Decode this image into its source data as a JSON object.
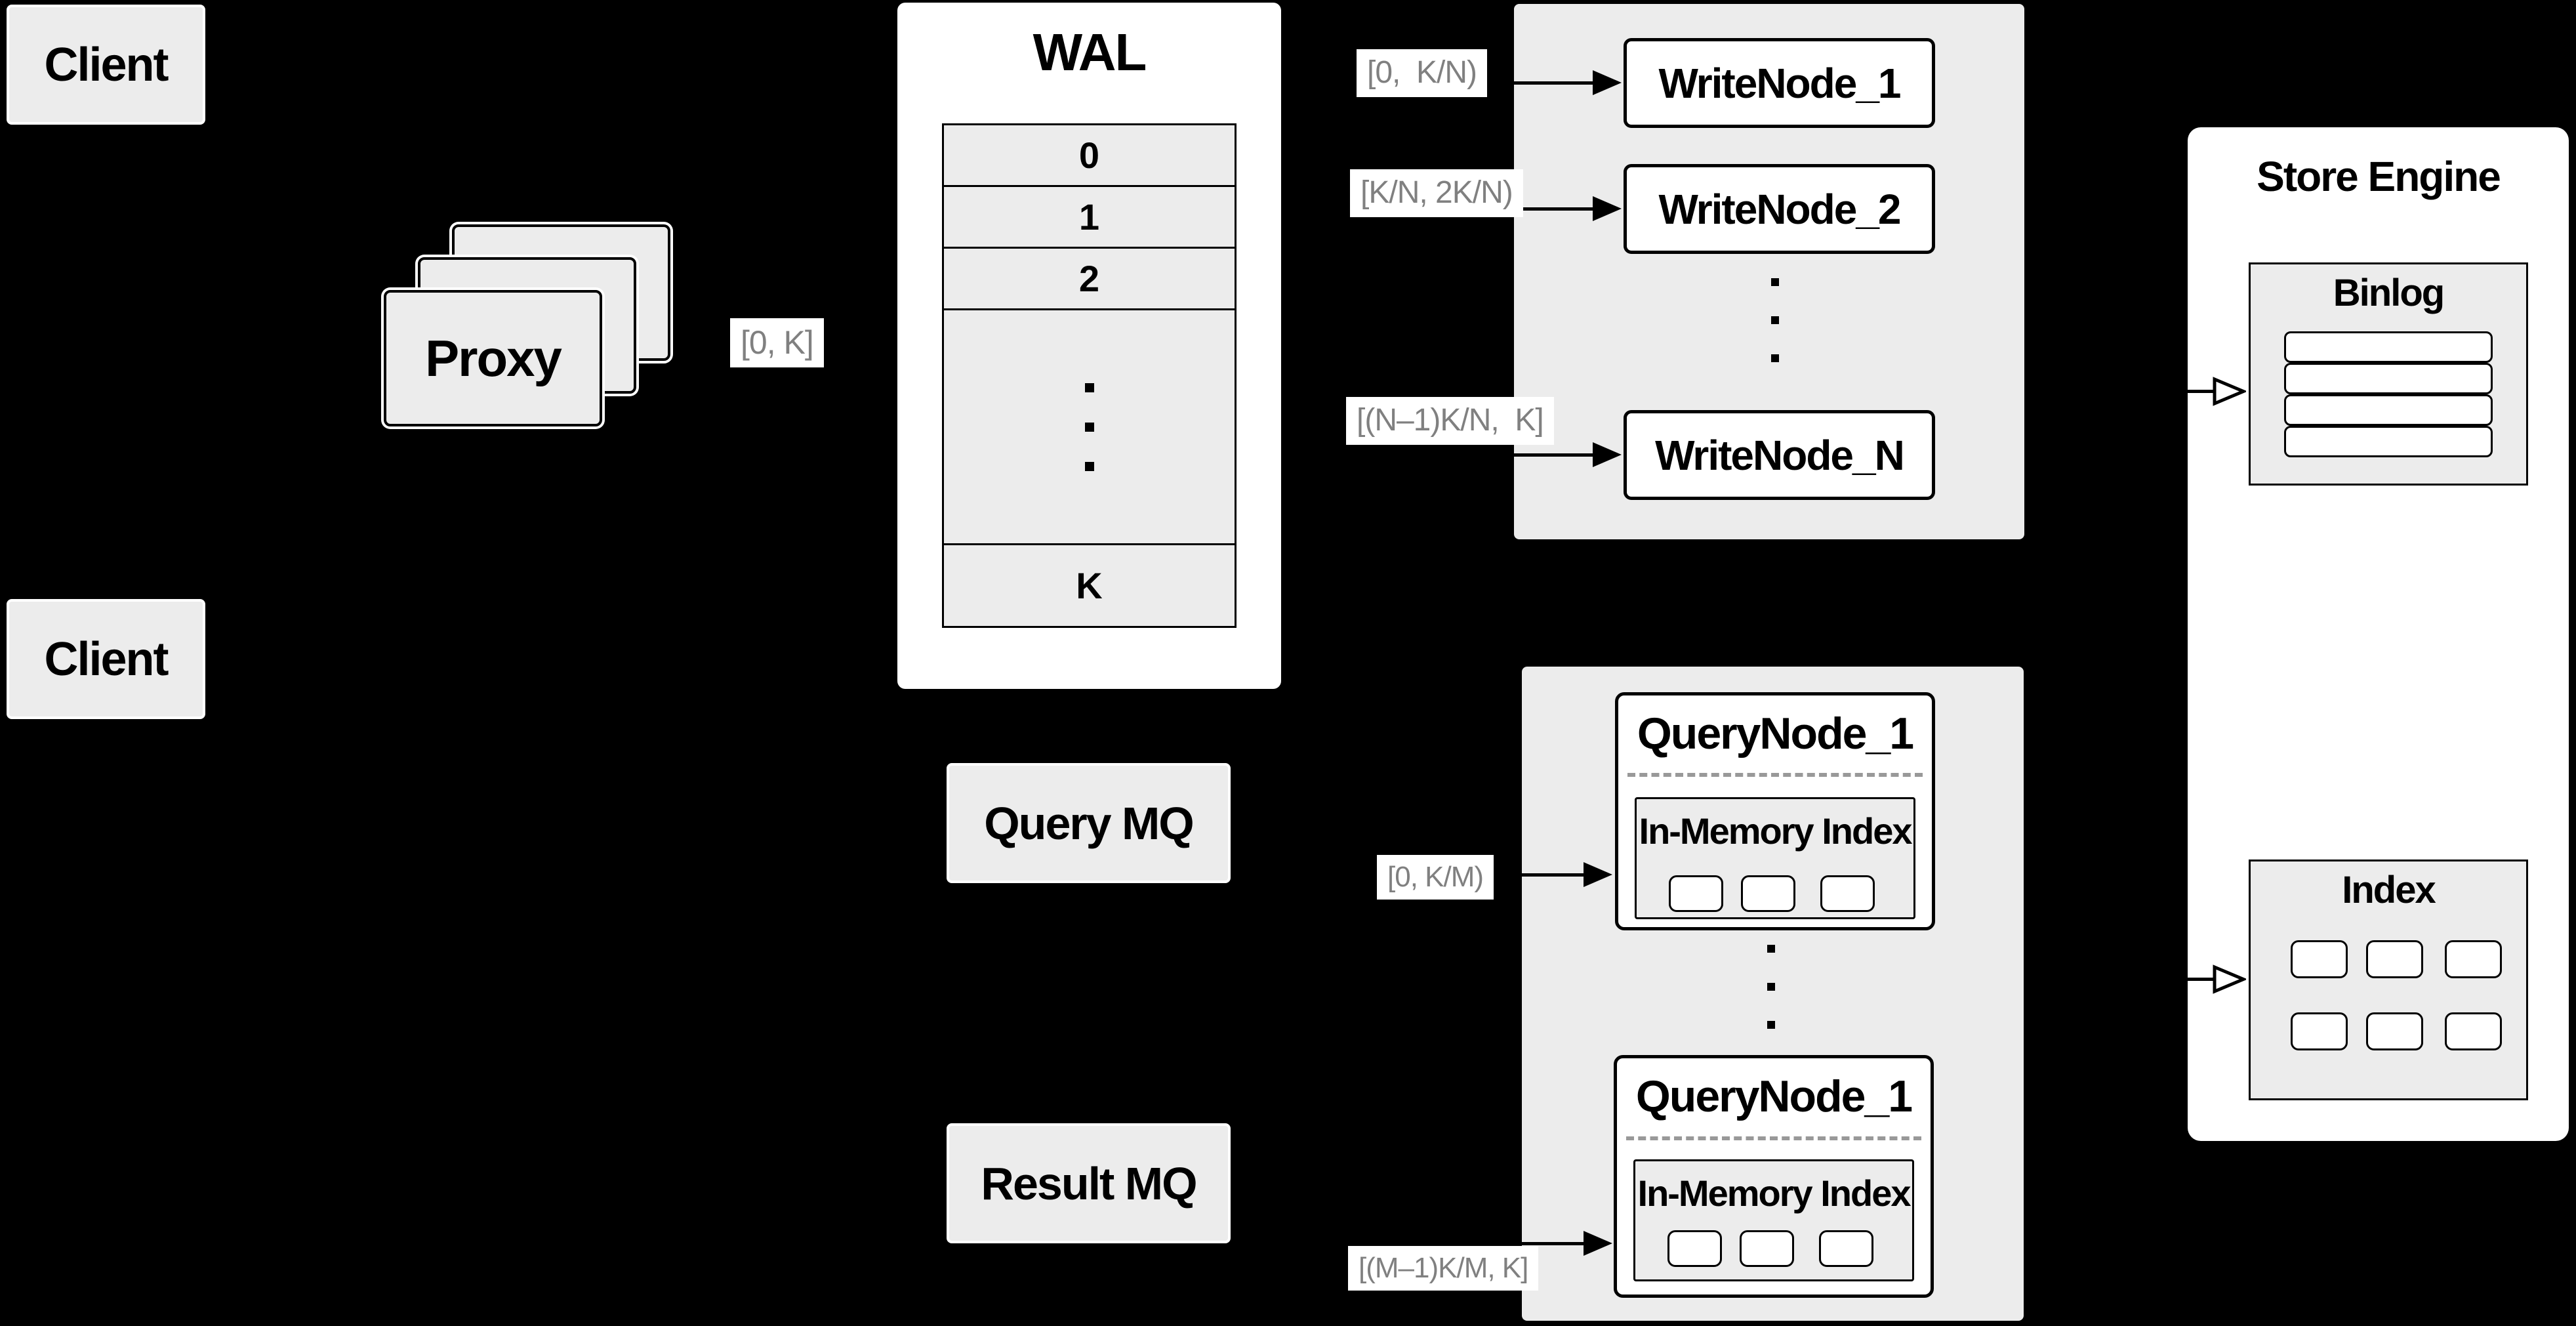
{
  "colors": {
    "background": "#000000",
    "panel_grey": "#ececec",
    "box_white": "#ffffff",
    "line_black": "#000000",
    "range_text_grey": "#808080",
    "dash_grey": "#999999"
  },
  "clients": {
    "top_label": "Client",
    "bottom_label": "Client"
  },
  "proxy": {
    "label": "Proxy"
  },
  "wal": {
    "title": "WAL",
    "rows": [
      "0",
      "1",
      "2"
    ],
    "row_last": "K"
  },
  "ranges": {
    "proxy_out": "[0, K]",
    "write_1": "[0,  K/N)",
    "write_2": "[K/N, 2K/N)",
    "write_n": "[(N–1)K/N,  K]",
    "query_1": "[0, K/M)",
    "query_m": "[(M–1)K/M, K]"
  },
  "write_nodes": {
    "node_1": "WriteNode_1",
    "node_2": "WriteNode_2",
    "node_n": "WriteNode_N"
  },
  "query_nodes": {
    "node_top_title": "QueryNode_1",
    "node_bottom_title": "QueryNode_1",
    "in_memory_index": "In-Memory Index"
  },
  "mq": {
    "query": "Query MQ",
    "result": "Result MQ"
  },
  "store_engine": {
    "title": "Store Engine",
    "binlog_title": "Binlog",
    "index_title": "Index"
  }
}
